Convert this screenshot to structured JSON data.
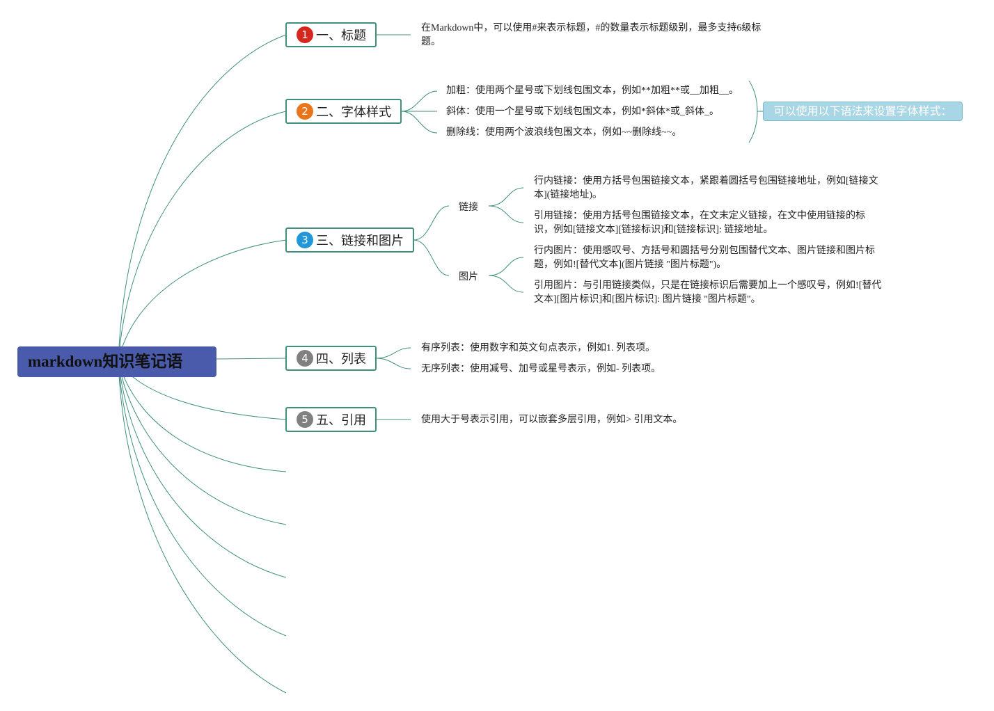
{
  "central": {
    "title": "markdown知识笔记语",
    "color": "#4a5bab"
  },
  "branches": [
    {
      "num": "1",
      "label": "一、标题",
      "badge_color": "#d7261e",
      "leaves": [
        "在Markdown中，可以使用#来表示标题，#的数量表示标题级别，最多支持6级标题。"
      ]
    },
    {
      "num": "2",
      "label": "二、字体样式",
      "badge_color": "#e8741c",
      "leaves": [
        "加粗：使用两个星号或下划线包围文本，例如**加粗**或__加粗__。",
        "斜体：使用一个星号或下划线包围文本，例如*斜体*或_斜体_。",
        "删除线：使用两个波浪线包围文本，例如~~删除线~~。"
      ],
      "summary": "可以使用以下语法来设置字体样式："
    },
    {
      "num": "3",
      "label": "三、链接和图片",
      "badge_color": "#2196d8",
      "subtopics": [
        {
          "label": "链接",
          "leaves": [
            "行内链接：使用方括号包围链接文本，紧跟着圆括号包围链接地址，例如[链接文本](链接地址)。",
            "引用链接：使用方括号包围链接文本，在文末定义链接，在文中使用链接的标识，例如[链接文本][链接标识]和[链接标识]: 链接地址。"
          ]
        },
        {
          "label": "图片",
          "leaves": [
            "行内图片：使用感叹号、方括号和圆括号分别包围替代文本、图片链接和图片标题，例如![替代文本](图片链接 \"图片标题\")。",
            "引用图片：与引用链接类似，只是在链接标识后需要加上一个感叹号，例如![替代文本][图片标识]和[图片标识]: 图片链接 \"图片标题\"。"
          ]
        }
      ]
    },
    {
      "num": "4",
      "label": "四、列表",
      "badge_color": "#808080",
      "leaves": [
        "有序列表：使用数字和英文句点表示，例如1. 列表项。",
        "无序列表：使用减号、加号或星号表示，例如- 列表项。"
      ]
    },
    {
      "num": "5",
      "label": "五、引用",
      "badge_color": "#808080",
      "leaves": [
        "使用大于号表示引用，可以嵌套多层引用，例如> 引用文本。"
      ]
    }
  ],
  "line_color": "#3f8f7d"
}
